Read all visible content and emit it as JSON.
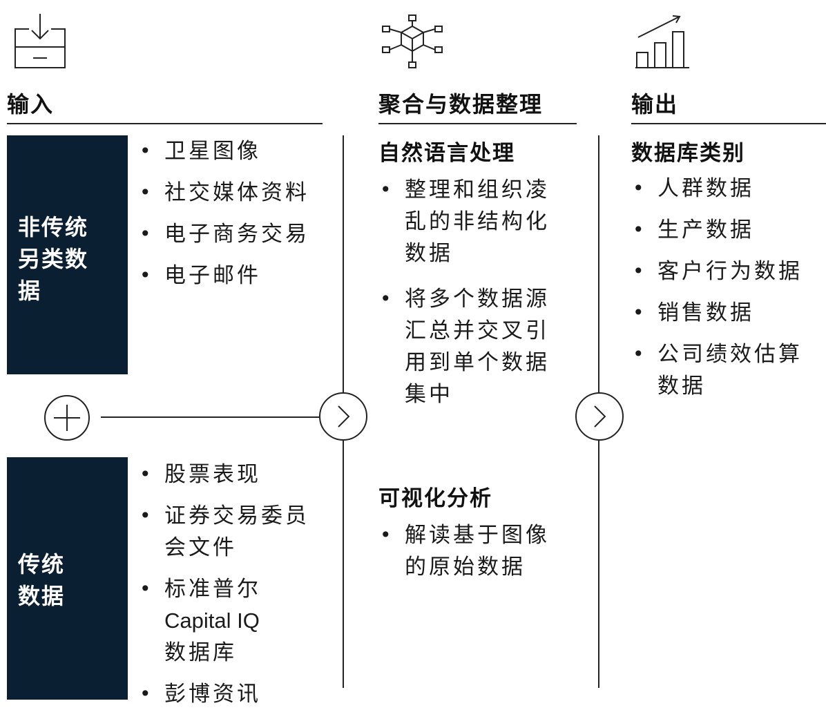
{
  "columns": {
    "input": {
      "title": "输入",
      "icon": "inbox-download-icon",
      "alt_box_label": "非传统另类数据",
      "alt_items": [
        "卫星图像",
        "社交媒体资料",
        "电子商务交易",
        "电子邮件"
      ],
      "trad_box_label": "传统数据",
      "trad_items": [
        "股票表现",
        "证券交易委员会文件",
        "标准普尔 Capital IQ 数据库",
        "彭博资讯"
      ],
      "trad_item3_lines": [
        "标准普尔",
        "Capital IQ",
        "数据库"
      ]
    },
    "process": {
      "title": "聚合与数据整理",
      "icon": "network-cube-icon",
      "nlp_title": "自然语言处理",
      "nlp_items": [
        "整理和组织凌乱的非结构化数据",
        "将多个数据源汇总并交叉引用到单个数据集中"
      ],
      "viz_title": "可视化分析",
      "viz_items": [
        "解读基于图像的原始数据"
      ]
    },
    "output": {
      "title": "输出",
      "icon": "bar-chart-growth-icon",
      "db_title": "数据库类别",
      "db_items": [
        "人群数据",
        "生产数据",
        "客户行为数据",
        "销售数据",
        "公司绩效估算数据"
      ]
    }
  },
  "connectors": {
    "plus": "plus-circle-icon",
    "arrow": "chevron-right-circle-icon"
  },
  "colors": {
    "dark_box": "#0b1f33",
    "text": "#1a1a1a",
    "line": "#222222"
  }
}
